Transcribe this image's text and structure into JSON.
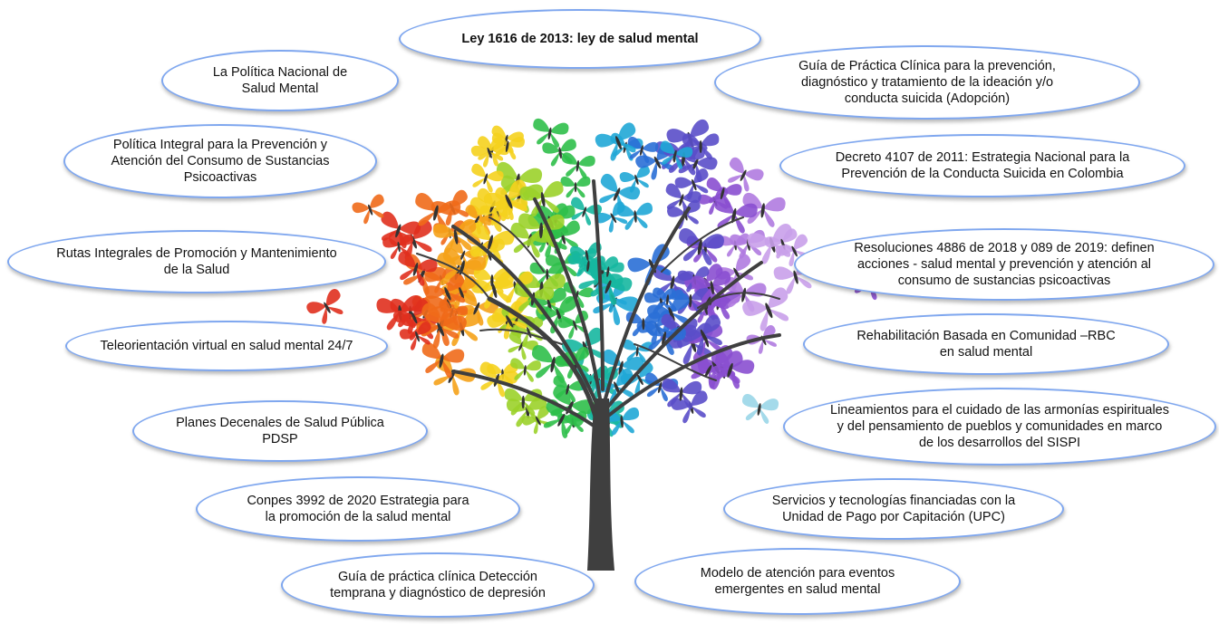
{
  "colors": {
    "bubble_border": "#7fa7ef",
    "trunk": "#3f3f3f",
    "text": "#111111"
  },
  "center_icon": "butterfly-tree-icon",
  "bubbles": [
    {
      "id": "ley1616",
      "text": "Ley 1616 de 2013: ley de salud mental",
      "bold": true
    },
    {
      "id": "politica-nacional",
      "text": "La Política Nacional de\nSalud Mental"
    },
    {
      "id": "guia-suicida",
      "text": "Guía de Práctica Clínica para la prevención,\ndiagnóstico y tratamiento de la ideación y/o\nconducta suicida (Adopción)"
    },
    {
      "id": "politica-integral",
      "text": "Política Integral para la Prevención y\nAtención del Consumo de Sustancias\nPsicoactivas"
    },
    {
      "id": "decreto4107",
      "text": "Decreto 4107 de 2011: Estrategia Nacional para la\nPrevención de la Conducta Suicida en Colombia"
    },
    {
      "id": "rutas",
      "text": "Rutas Integrales de Promoción y Mantenimiento\nde la Salud"
    },
    {
      "id": "resoluciones",
      "text": "Resoluciones 4886 de 2018 y 089 de 2019: definen\nacciones - salud mental y prevención y atención al\nconsumo de sustancias psicoactivas"
    },
    {
      "id": "teleorientacion",
      "text": "Teleorientación virtual en salud mental 24/7"
    },
    {
      "id": "rbc",
      "text": "Rehabilitación Basada en Comunidad –RBC\nen salud mental"
    },
    {
      "id": "lineamientos",
      "text": "Lineamientos para el cuidado de las armonías espirituales\ny del pensamiento de pueblos y comunidades en marco\nde los desarrollos del SISPI"
    },
    {
      "id": "planes",
      "text": "Planes Decenales de Salud Pública\nPDSP"
    },
    {
      "id": "servicios",
      "text": "Servicios y tecnologías financiadas con la\nUnidad de Pago por Capitación (UPC)"
    },
    {
      "id": "conpes",
      "text": "Conpes 3992 de 2020 Estrategia para\nla promoción de la salud mental"
    },
    {
      "id": "guia-depresion",
      "text": "Guía de práctica clínica Detección\ntemprana y diagnóstico de depresión"
    },
    {
      "id": "modelo",
      "text": "Modelo de atención para eventos\nemergentes en salud mental"
    }
  ]
}
